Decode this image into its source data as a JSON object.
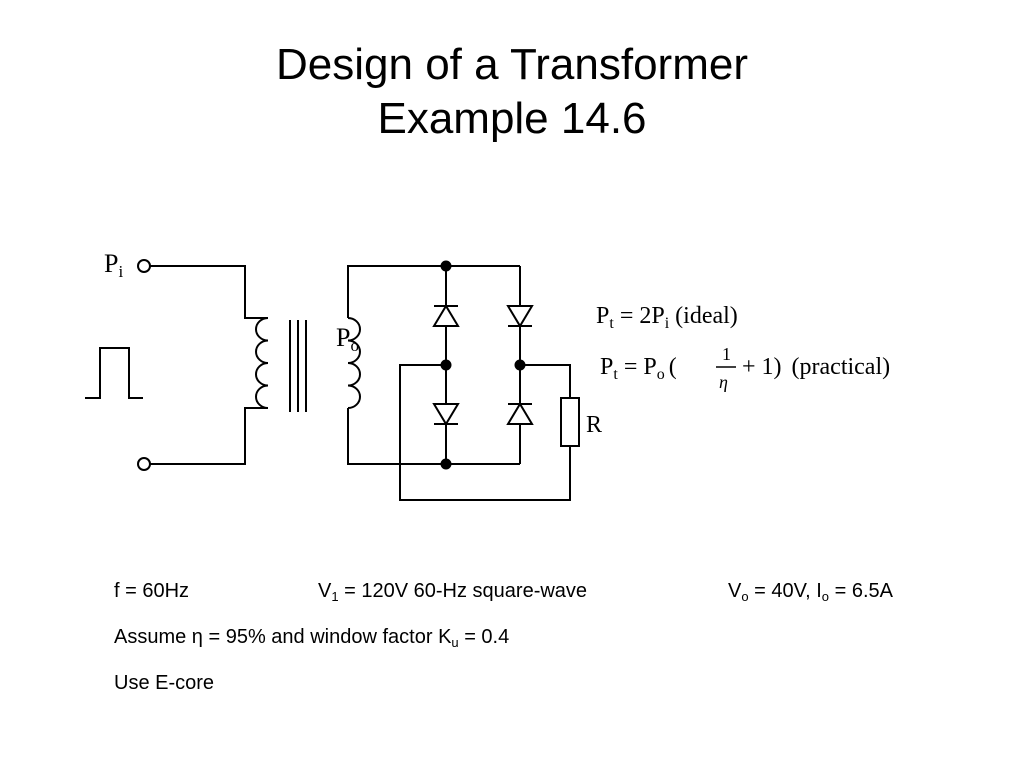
{
  "title": {
    "line1": "Design of a Transformer",
    "line2": "Example 14.6"
  },
  "diagram": {
    "input_label": "P",
    "input_sub": "i",
    "output_label": "P",
    "output_sub": "o",
    "load_label": "R",
    "eq_ideal": {
      "lhs": "P",
      "lhs_sub": "t",
      "rhs": "= 2P",
      "rhs_sub": "i",
      "note": "(ideal)"
    },
    "eq_practical": {
      "lhs": "P",
      "lhs_sub": "t",
      "mid": "= P",
      "mid_sub": "o",
      "frac_num": "1",
      "frac_den": "η",
      "tail": "+ 1)",
      "note": "(practical)"
    }
  },
  "params": {
    "freq": "f = 60Hz",
    "v1_prefix": "V",
    "v1_sub": "1",
    "v1_suffix": " = 120V 60-Hz square-wave",
    "vo_prefix": "V",
    "vo_sub": "o",
    "vo_mid": " = 40V, I",
    "io_sub": "o",
    "io_suffix": " = 6.5A",
    "assume_prefix": "Assume η = 95% and window factor K",
    "ku_sub": "u",
    "assume_suffix": " = 0.4",
    "core": "Use E-core"
  }
}
